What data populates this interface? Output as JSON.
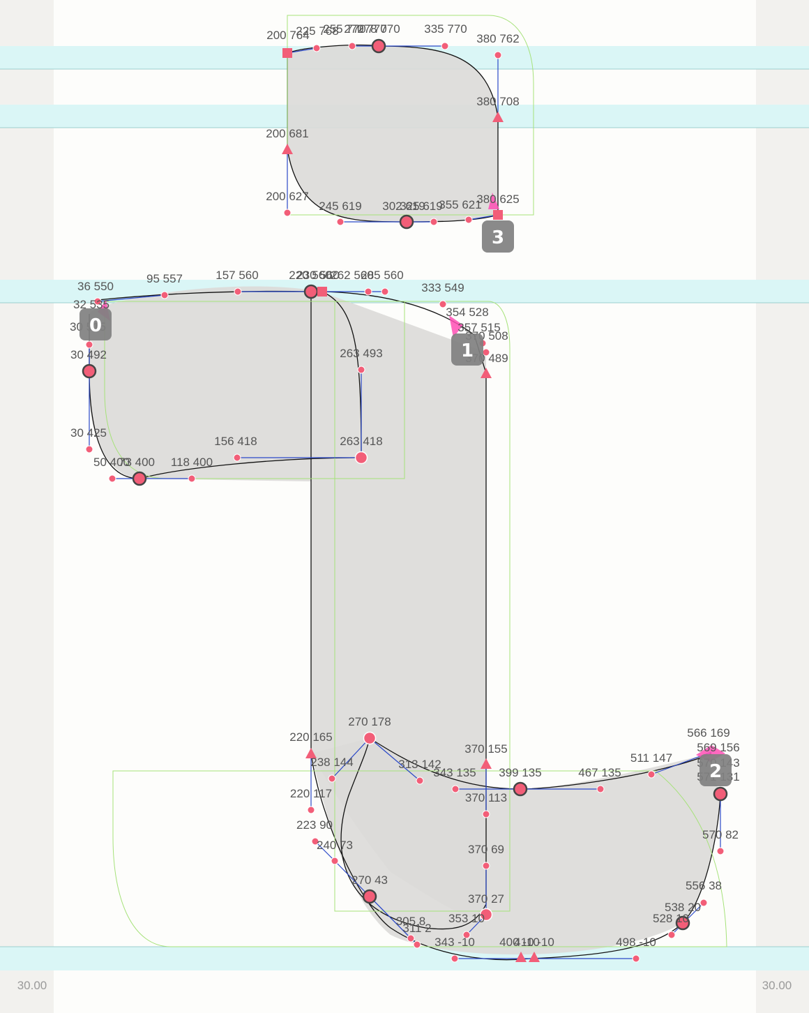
{
  "colors": {
    "canvas": "#fdfdfb",
    "margin": "#f2f1ee",
    "metric_band": "#d8f6f6",
    "glyph_fill": "#dcdad8",
    "outline": "#111111",
    "handle_line": "#2a48c8",
    "node": "#f25e78",
    "node_stroke": "#444444",
    "bbox": "#a6e27a",
    "badge": "#808080",
    "start_marker": "#ff4fb4"
  },
  "sidebearings": {
    "left": "30.00",
    "right": "30.00"
  },
  "contour_badges": [
    "0",
    "1",
    "2",
    "3"
  ],
  "coordinate_labels": [
    "200 764",
    "225 768",
    "255 770",
    "270 770",
    "278 770",
    "335 770",
    "380 762",
    "380 708",
    "200 681",
    "200 627",
    "245 619",
    "302 619",
    "325 619",
    "355 621",
    "380 625",
    "36 550",
    "95 557",
    "157 560",
    "220 560",
    "230 560",
    "262 560",
    "285 560",
    "333 549",
    "32 535",
    "354 528",
    "357 515",
    "30 515",
    "370 508",
    "30 492",
    "370 489",
    "263 493",
    "30 425",
    "156 418",
    "263 418",
    "50 400",
    "73 400",
    "118 400",
    "270 178",
    "220 165",
    "370 155",
    "566 169",
    "569 156",
    "570 143",
    "571 131",
    "238 144",
    "313 142",
    "511 147",
    "343 135",
    "399 135",
    "467 135",
    "220 117",
    "370 113",
    "223 90",
    "570 82",
    "240 73",
    "370 69",
    "270 43",
    "556 38",
    "370 27",
    "538 20",
    "528 10",
    "353 10",
    "305 8",
    "311 2",
    "343 -10",
    "400 -10",
    "410 -10",
    "498 -10"
  ]
}
